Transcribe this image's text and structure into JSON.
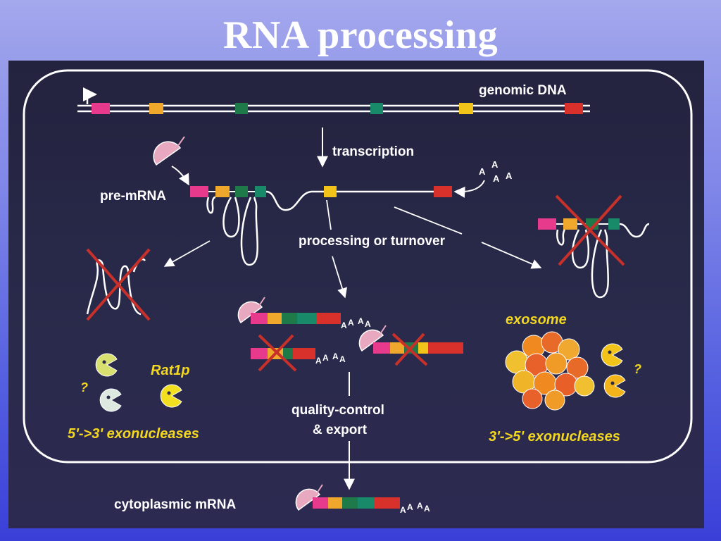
{
  "slide": {
    "title": "RNA processing"
  },
  "diagram": {
    "genomic_dna": "genomic DNA",
    "transcription": "transcription",
    "pre_mrna": "pre-mRNA",
    "processing": "processing or turnover",
    "exosome": "exosome",
    "rat1p": "Rat1p",
    "question": "?",
    "exo_5to3": "5'->3' exonucleases",
    "exo_3to5": "3'->5' exonucleases",
    "qc_line1": "quality-control",
    "qc_line2": "& export",
    "cytoplasmic": "cytoplasmic mRNA",
    "polyA": "A"
  },
  "colors": {
    "pink": "#e83a8c",
    "orange": "#f0a82c",
    "green": "#1e7a48",
    "teal": "#188a6a",
    "yellow": "#f2c41a",
    "red": "#d8302a",
    "cap": "#e8a8c0",
    "label_yellow": "#f4d820",
    "cross": "#c8302a"
  }
}
